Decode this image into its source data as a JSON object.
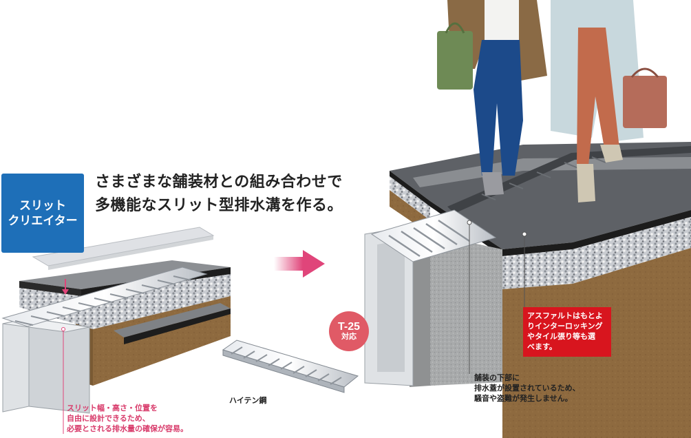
{
  "badge": {
    "lines": [
      "スリット",
      "クリエイター"
    ]
  },
  "headline": {
    "lines": [
      "さまざまな舗装材との組み合わせで",
      "多機能なスリット型排水溝を作る。"
    ]
  },
  "load_badge": {
    "rating": "T-25",
    "suffix": "対応"
  },
  "asphalt_note": {
    "lines": [
      "アスファルトはもとよ",
      "りインターロッキング",
      "やタイル張り等も選",
      "べます。"
    ]
  },
  "left_caption": {
    "lines": [
      "スリット幅・高さ・位置を",
      "自由に設計できるため、",
      "必要とされる排水量の確保が容易。"
    ]
  },
  "middle_caption": {
    "lines": [
      "舗装の下部に",
      "排水蓋が設置されているため、",
      "騒音や盗難が発生しません。"
    ]
  },
  "steel_label": "ハイテン鋼",
  "colors": {
    "badge_blue": "#1e6fb8",
    "arrow_pink": "#e0457a",
    "load_badge": "#e05a66",
    "note_red": "#d8151e",
    "caption_pink": "#d83a6a"
  }
}
